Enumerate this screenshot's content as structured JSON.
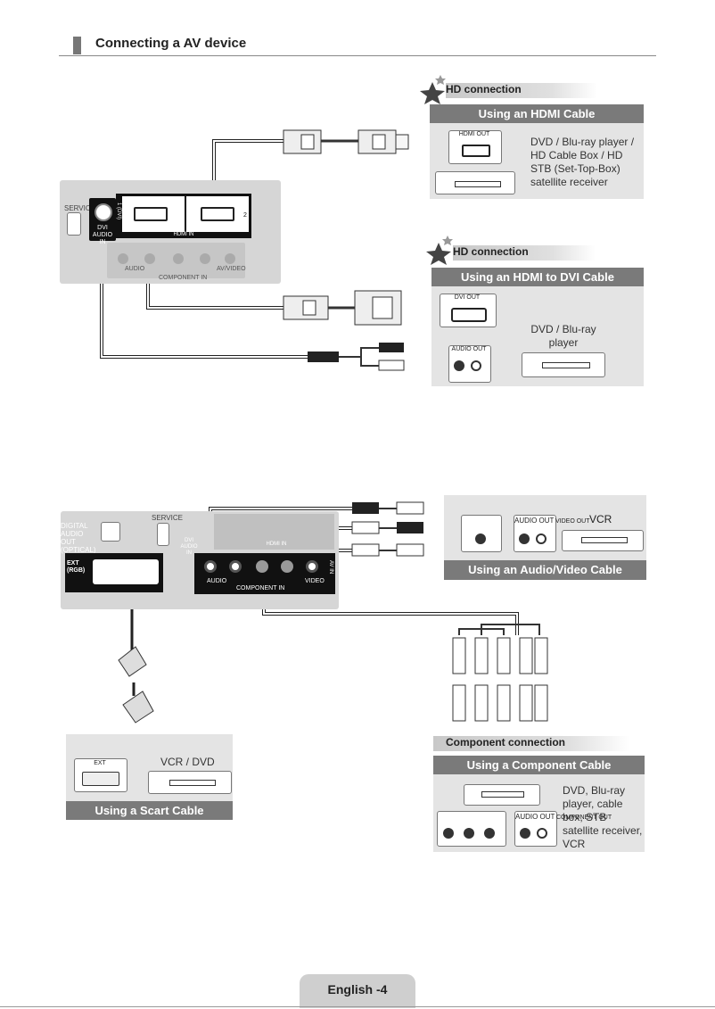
{
  "header": {
    "title": "Connecting a AV device"
  },
  "hdmi_section": {
    "badge": "HD connection",
    "card_title": "Using an HDMI Cable",
    "port_label": "HDMI OUT",
    "device_desc": "DVD / Blu-ray player / HD Cable Box / HD STB (Set-Top-Box) satellite receiver"
  },
  "dvi_section": {
    "badge": "HD connection",
    "card_title": "Using an HDMI to DVI Cable",
    "port_label": "DVI OUT",
    "audio_label": "AUDIO OUT",
    "device_desc": "DVD / Blu-ray player"
  },
  "tv_top": {
    "service": "SERVICE",
    "dvi_audio_in": "DVI AUDIO IN",
    "hdmi_in": "HDMI IN",
    "port1": "1 (DVI)",
    "port2": "2",
    "component_in": "COMPONENT IN",
    "audio": "AUDIO",
    "av_video": "AV/VIDEO"
  },
  "av_section": {
    "card_title": "Using an Audio/Video Cable",
    "audio_label": "AUDIO OUT",
    "video_label": "VIDEO OUT",
    "device": "VCR"
  },
  "tv_bottom": {
    "digital_audio_out": "DIGITAL AUDIO OUT (OPTICAL)",
    "service": "SERVICE",
    "dvi_audio_in": "DVI AUDIO IN",
    "hdmi_in": "HDMI IN",
    "ext": "EXT (RGB)",
    "audio": "AUDIO",
    "component_in": "COMPONENT IN",
    "av_in": "AV IN",
    "video": "VIDEO"
  },
  "scart_section": {
    "card_title": "Using a Scart Cable",
    "port_label": "EXT",
    "device": "VCR / DVD"
  },
  "component_section": {
    "badge": "Component connection",
    "card_title": "Using a Component Cable",
    "audio_label": "AUDIO OUT",
    "component_label": "COMPONENT OUT",
    "device_desc": "DVD, Blu-ray player, cable box, STB satellite receiver, VCR"
  },
  "footer": {
    "page": "English -4"
  }
}
